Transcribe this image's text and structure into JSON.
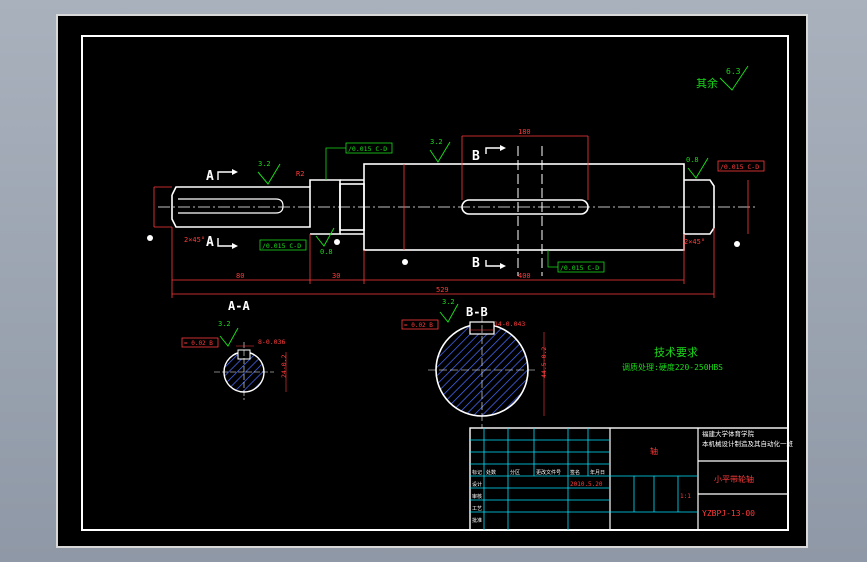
{
  "drawing": {
    "other_roughness_label": "其余",
    "other_roughness_value": "6.3",
    "section_a_title": "A-A",
    "section_b_title": "B-B",
    "marker_a": "A",
    "marker_b": "B",
    "tech_req_title": "技术要求",
    "tech_req_line": "调质处理:硬度220-250HBS",
    "roughness": [
      "3.2",
      "3.2",
      "0.8",
      "0.8",
      "3.2",
      "3.2"
    ],
    "tolerance_frames": [
      "/0.015 C-D",
      "/0.015 C-D",
      "/0.015 C-D",
      "/0.015 C-D"
    ],
    "sym_frames": [
      "= 0.02 B",
      "= 0.02 B"
    ],
    "chamfers": [
      "2×45°",
      "2×45°"
    ],
    "dims": {
      "overall": "529",
      "seg1": "80",
      "seg2": "30",
      "seg3": "400",
      "keyway_top": "180",
      "sec_a_key": "8-0.036",
      "sec_a_depth": "24-0.2",
      "sec_b_key": "14-0.043",
      "sec_b_depth": "44.5-0.2",
      "r2": "R2"
    }
  },
  "title_block": {
    "school": "福建大学体育学院",
    "subject_line": "本机械设计制造及其自动化一班",
    "part_name": "轴",
    "drawing_title": "小平带轮轴",
    "drawing_no": "YZBPJ-13-00",
    "date": "2010.5.20",
    "scale": "1:1",
    "heads": [
      "标记",
      "处数",
      "分区",
      "更改文件号",
      "签名",
      "年月日"
    ],
    "rows": [
      "设计",
      "审核",
      "工艺",
      "批准"
    ]
  },
  "colors": {
    "line": "#ffffff",
    "dim": "#ff3b3b",
    "annot": "#19d919",
    "hatch": "#4a6cff",
    "frame": "#ffffff",
    "title_block": "#00e5ff"
  }
}
